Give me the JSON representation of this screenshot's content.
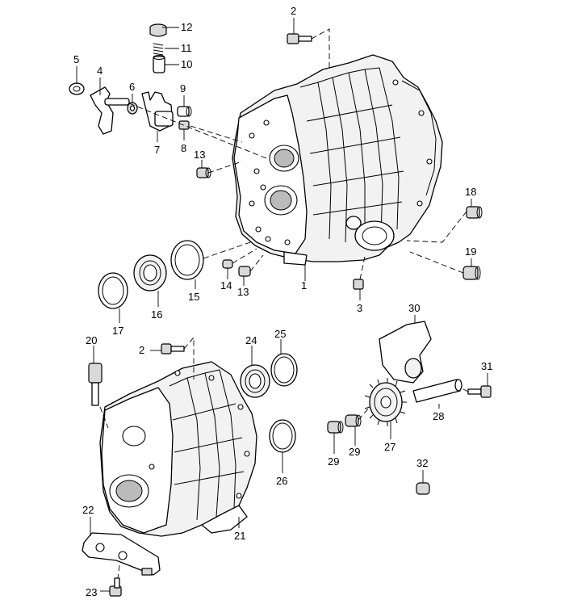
{
  "callouts": {
    "c1": "1",
    "c2a": "2",
    "c2b": "2",
    "c3": "3",
    "c4": "4",
    "c5": "5",
    "c6": "6",
    "c7": "7",
    "c8": "8",
    "c9": "9",
    "c10": "10",
    "c11": "11",
    "c12": "12",
    "c13a": "13",
    "c13b": "13",
    "c14": "14",
    "c15": "15",
    "c16": "16",
    "c17": "17",
    "c18": "18",
    "c19": "19",
    "c20": "20",
    "c21": "21",
    "c22": "22",
    "c23": "23",
    "c24": "24",
    "c25": "25",
    "c26": "26",
    "c27": "27",
    "c28": "28",
    "c29a": "29",
    "c29b": "29",
    "c30": "30",
    "c31": "31",
    "c32": "32"
  }
}
